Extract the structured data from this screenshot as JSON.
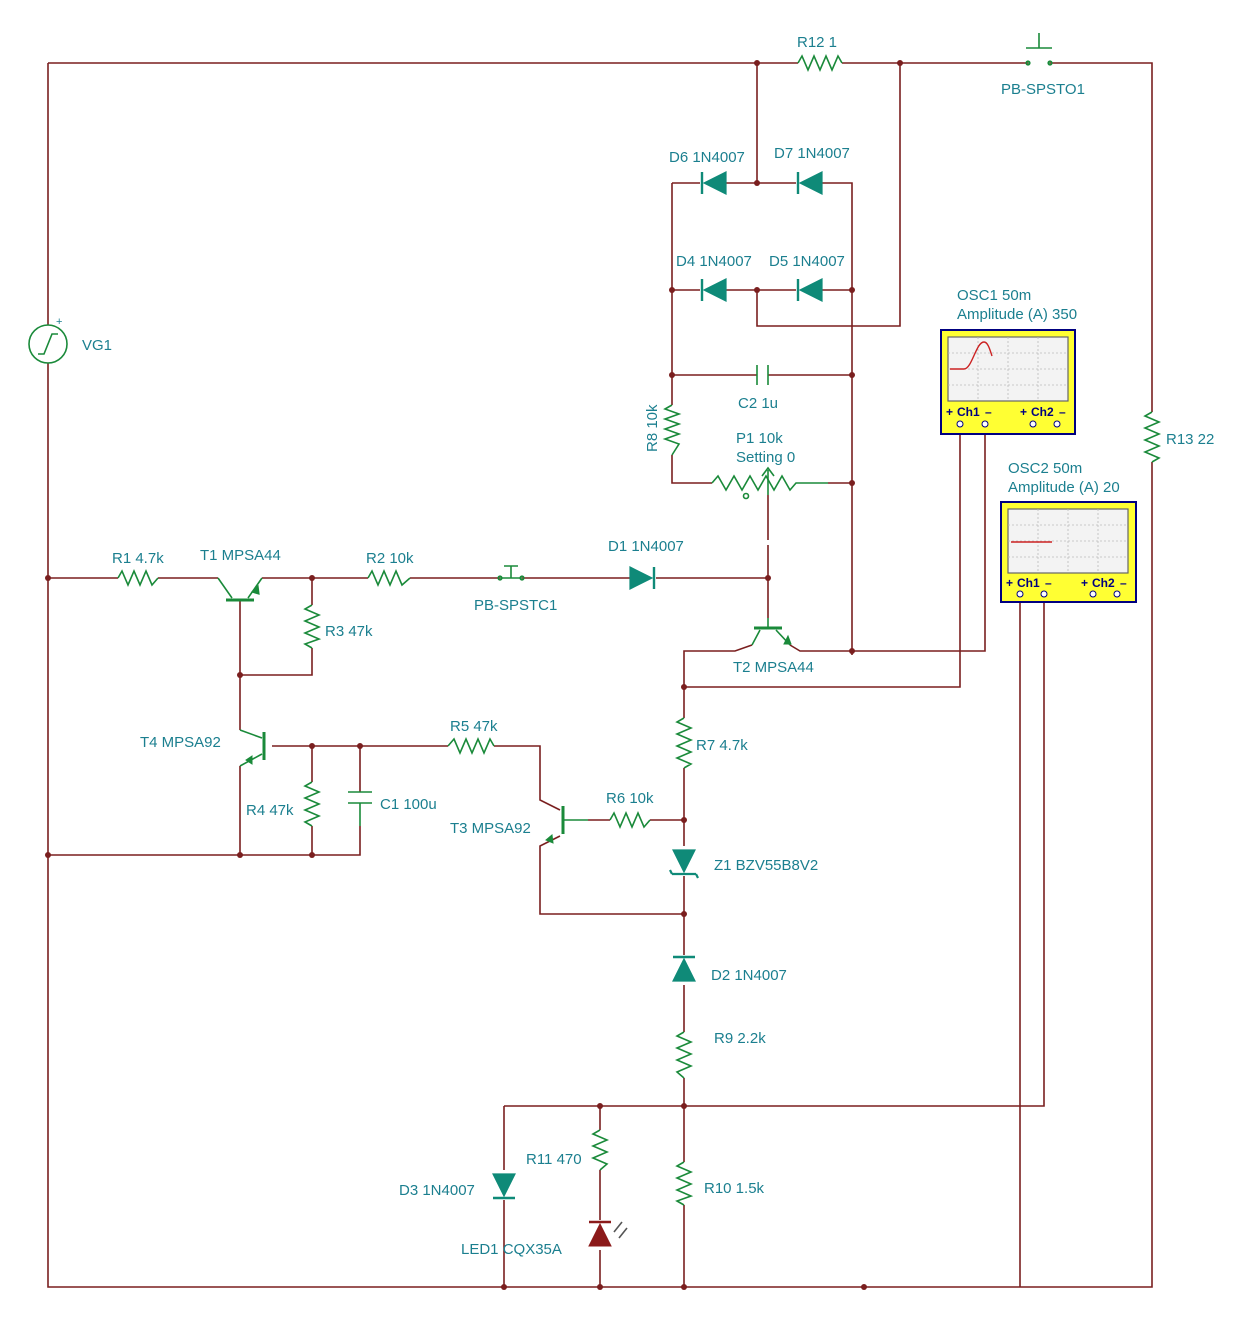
{
  "components": {
    "vg1": "VG1",
    "r1": "R1 4.7k",
    "r2": "R2 10k",
    "r3": "R3 47k",
    "r4": "R4 47k",
    "r5": "R5 47k",
    "r6": "R6 10k",
    "r7": "R7 4.7k",
    "r8": "R8 10k",
    "r9": "R9 2.2k",
    "r10": "R10 1.5k",
    "r11": "R11 470",
    "r12": "R12 1",
    "r13": "R13 22",
    "c1": "C1 100u",
    "c2": "C2 1u",
    "d1": "D1 1N4007",
    "d2": "D2 1N4007",
    "d3": "D3 1N4007",
    "d4": "D4 1N4007",
    "d5": "D5 1N4007",
    "d6": "D6 1N4007",
    "d7": "D7 1N4007",
    "z1": "Z1 BZV55B8V2",
    "led1": "LED1 CQX35A",
    "t1": "T1 MPSA44",
    "t2": "T2 MPSA44",
    "t3": "T3 MPSA92",
    "t4": "T4 MPSA92",
    "p1": "P1 10k",
    "p1_setting": "Setting 0",
    "pb_spsto1": "PB-SPSTO1",
    "pb_spstc1": "PB-SPSTC1",
    "osc1": "OSC1 50m",
    "osc1_amp": "Amplitude (A) 350",
    "osc2": "OSC2 50m",
    "osc2_amp": "Amplitude (A) 20",
    "ch1": "Ch1",
    "ch2": "Ch2",
    "plus": "+",
    "minus": "–"
  },
  "colors": {
    "wire": "#7a1f1f",
    "component": "#1a8a3a",
    "diode": "#0f8a78",
    "label": "#1b7f8f",
    "led": "#8b1a1a",
    "scope_body": "#ffff33",
    "scope_trace": "#cc2222"
  }
}
